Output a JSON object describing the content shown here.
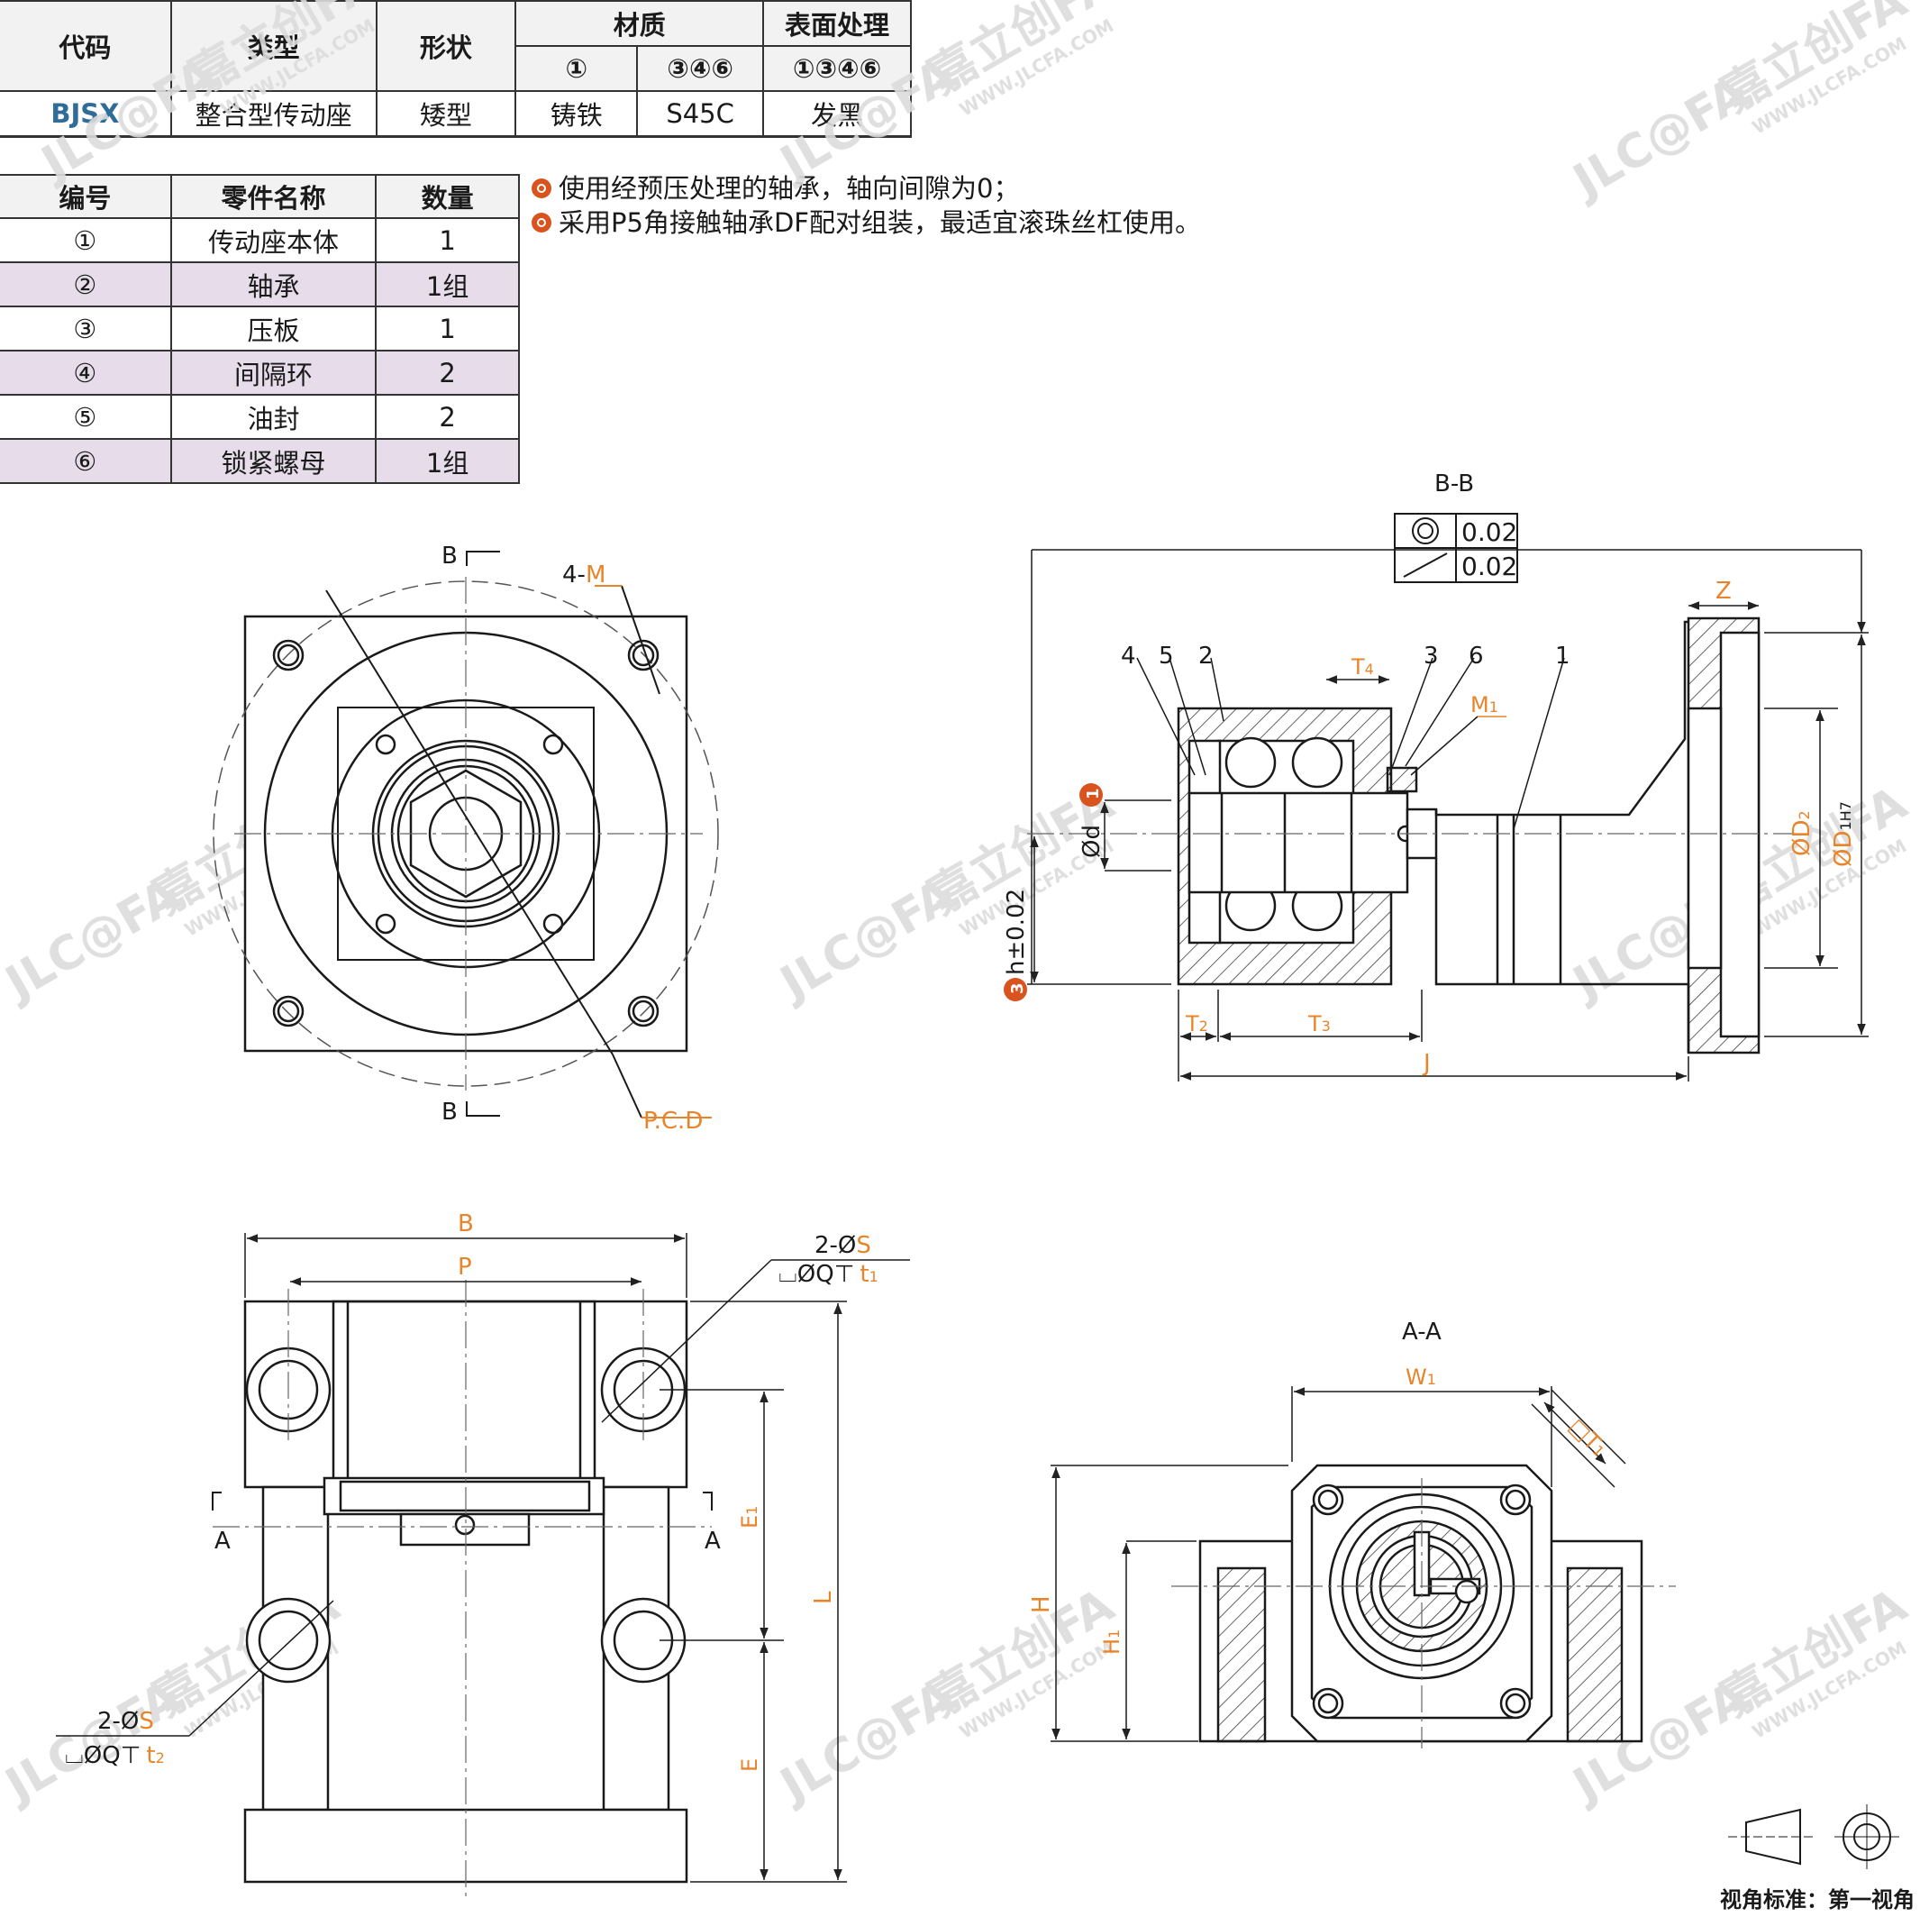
{
  "spec_table": {
    "headers": {
      "code": "代码",
      "type": "类型",
      "shape": "形状",
      "material": "材质",
      "surface": "表面处理"
    },
    "sub_headers": {
      "material_a": "①",
      "material_b": "③④⑥",
      "surface": "①③④⑥"
    },
    "row": {
      "code": "BJSX",
      "type": "整合型传动座",
      "shape": "矮型",
      "material_a": "铸铁",
      "material_b": "S45C",
      "surface": "发黑"
    }
  },
  "parts_table": {
    "headers": {
      "no": "编号",
      "name": "零件名称",
      "qty": "数量"
    },
    "rows": [
      {
        "no": "①",
        "name": "传动座本体",
        "qty": "1"
      },
      {
        "no": "②",
        "name": "轴承",
        "qty": "1组"
      },
      {
        "no": "③",
        "name": "压板",
        "qty": "1"
      },
      {
        "no": "④",
        "name": "间隔环",
        "qty": "2"
      },
      {
        "no": "⑤",
        "name": "油封",
        "qty": "2"
      },
      {
        "no": "⑥",
        "name": "锁紧螺母",
        "qty": "1组"
      }
    ]
  },
  "notes": [
    "使用经预压处理的轴承，轴向间隙为0；",
    "采用P5角接触轴承DF配对组装，最适宜滚珠丝杠使用。"
  ],
  "watermark": {
    "brand": "JLC@FA",
    "cn": "嘉立创FA",
    "url": "WWW.JLCFA.COM"
  },
  "front_view": {
    "section_top": "B",
    "section_bottom": "B",
    "holes": "4-",
    "holes_var": "M",
    "pcd": "P.C.D"
  },
  "section_bb": {
    "title": "B-B",
    "tol_1": "0.02",
    "tol_2": "0.02",
    "parts": [
      "4",
      "5",
      "2",
      "3",
      "6",
      "1"
    ],
    "t4": "T",
    "t4_sub": "4",
    "m1": "M",
    "m1_sub": "1",
    "d_prefix": "Ød",
    "d_marker": "1",
    "h_label": "h±0.02",
    "h_marker": "3",
    "t2": "T",
    "t2_sub": "2",
    "t3": "T",
    "t3_sub": "3",
    "j": "J",
    "z": "Z",
    "d2": "ØD",
    "d2_sub": "2",
    "d1": "ØD",
    "d1_sub": "1H7"
  },
  "top_view": {
    "b": "B",
    "p": "P",
    "hole_top": "2-Ø",
    "hole_top_var": "S",
    "cb_top_prefix": "⌴ØQ⊤",
    "cb_top_t": "t",
    "cb_top_sub": "1",
    "hole_bottom": "2-Ø",
    "hole_bottom_var": "S",
    "cb_bottom_prefix": "⌴ØQ⊤",
    "cb_bottom_t": "t",
    "cb_bottom_sub": "2",
    "a_left": "A",
    "a_right": "A",
    "e1": "E",
    "e1_sub": "1",
    "e": "E",
    "l": "L"
  },
  "section_aa": {
    "title": "A-A",
    "w1": "W",
    "w1_sub": "1",
    "t1": "□T",
    "t1_sub": "1",
    "h": "H",
    "h1": "H",
    "h1_sub": "1"
  },
  "projection_standard": "视角标准：第一视角"
}
